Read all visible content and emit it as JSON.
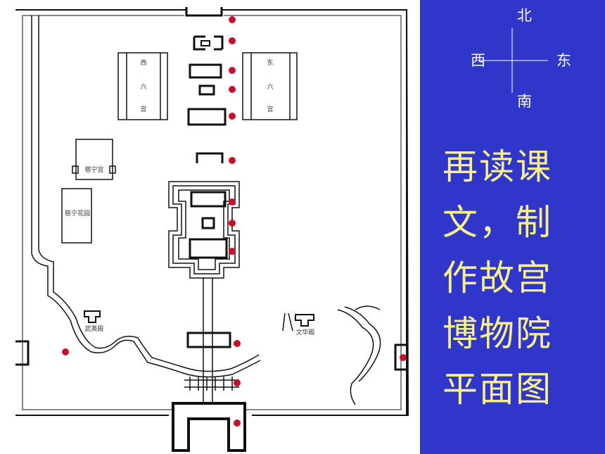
{
  "compass": {
    "north": "北",
    "south": "南",
    "west": "西",
    "east": "东"
  },
  "title_lines": [
    "再读课",
    "文，制",
    "作故宫",
    "博物院",
    "平面图"
  ],
  "map_labels": {
    "west_six_palaces": [
      "西",
      "六",
      "宫"
    ],
    "east_six_palaces": [
      "东",
      "六",
      "宫"
    ],
    "cining_palace": "慈宁宫",
    "cining_garden": "慈宁花园",
    "wuying_hall": "武英殿",
    "wenhua_hall": "文华殿"
  },
  "colors": {
    "panel_bg": "#2f36c9",
    "title_text": "#f7f08a",
    "marker": "#c8102e",
    "line": "#111111"
  }
}
